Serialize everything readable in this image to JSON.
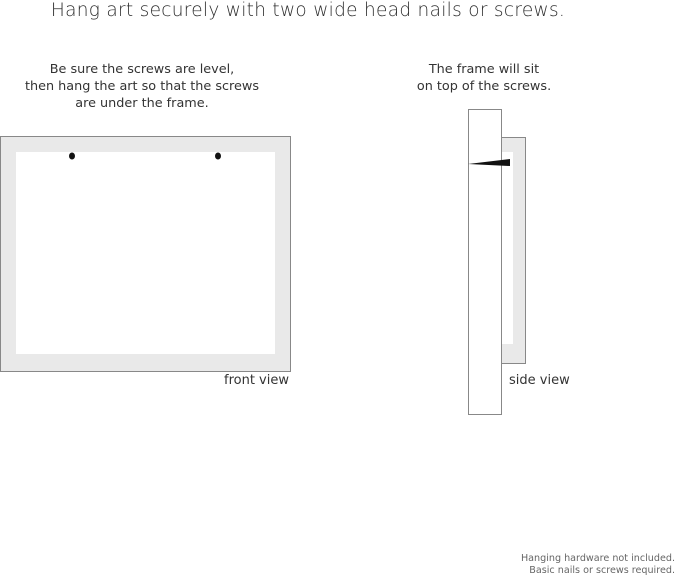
{
  "headline": "Hang art securely with two wide head nails or screws.",
  "front_panel": {
    "caption": "Be sure the screws are level,\nthen hang the art so that the screws\nare under the frame.",
    "view_label": "front view"
  },
  "side_panel": {
    "caption": "The frame will sit\non top of the screws.",
    "view_label": "side view"
  },
  "footnote": "Hanging hardware not included.\nBasic nails or screws required.",
  "colors": {
    "frame_fill": "#e9e9e9",
    "frame_border": "#888888",
    "art_fill": "#ffffff",
    "screw": "#111111"
  }
}
